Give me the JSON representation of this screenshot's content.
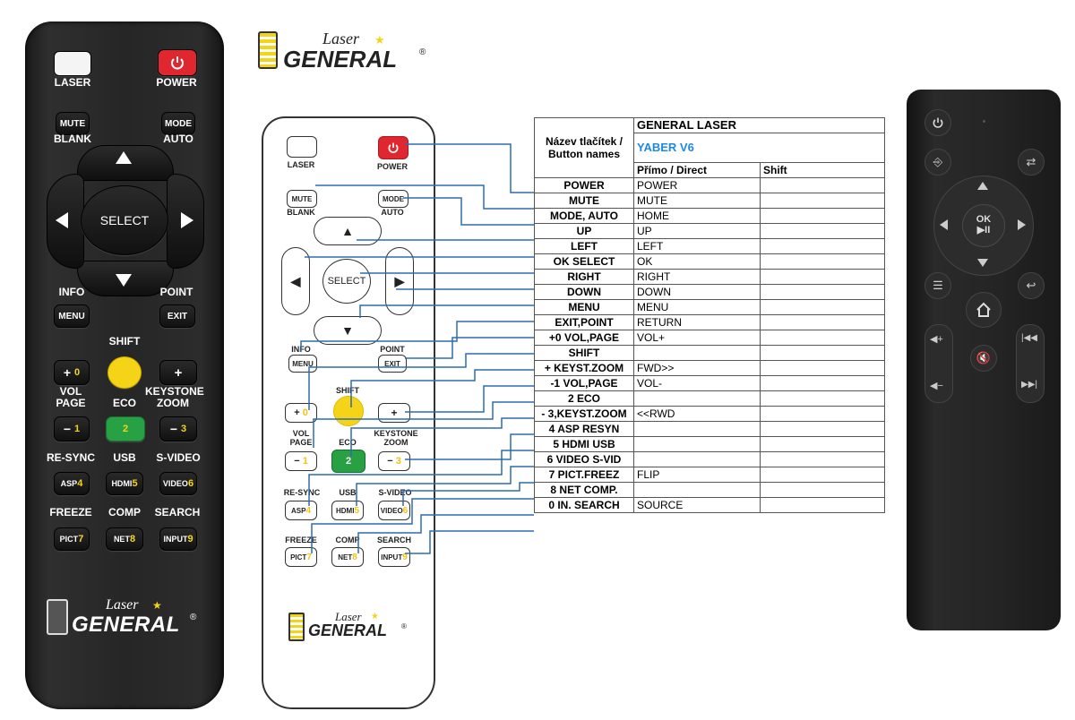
{
  "logo": {
    "laser": "Laser",
    "general": "GENERAL",
    "registered": "®",
    "star": "★"
  },
  "photo_remote": {
    "laser": "LASER",
    "power": "POWER",
    "mute": "MUTE",
    "mute_sub": "BLANK",
    "mode": "MODE",
    "mode_sub": "AUTO",
    "select": "SELECT",
    "info": "INFO",
    "point": "POINT",
    "menu": "MENU",
    "exit": "EXIT",
    "shift": "SHIFT",
    "plus0": "+",
    "plus0_num": "0",
    "plus": "+",
    "vol": "VOL",
    "page": "PAGE",
    "eco": "ECO",
    "keystone": "KEYSTONE",
    "zoom": "ZOOM",
    "minus1": "−",
    "minus1_num": "1",
    "eco_num": "2",
    "minus3": "−",
    "minus3_num": "3",
    "resync": "RE-SYNC",
    "usb": "USB",
    "svideo": "S-VIDEO",
    "asp": "ASP",
    "asp_num": "4",
    "hdmi": "HDMI",
    "hdmi_num": "5",
    "video": "VIDEO",
    "video_num": "6",
    "freeze": "FREEZE",
    "comp": "COMP",
    "search": "SEARCH",
    "pict": "PICT",
    "pict_num": "7",
    "net": "NET",
    "net_num": "8",
    "input": "INPUT",
    "input_num": "9"
  },
  "table": {
    "header_left": "Název tlačítek / Button names",
    "brand": "GENERAL LASER",
    "model": "YABER V6",
    "col_direct": "Přímo / Direct",
    "col_shift": "Shift",
    "rows": [
      {
        "name": "POWER",
        "direct": "POWER",
        "shift": ""
      },
      {
        "name": "MUTE",
        "direct": "MUTE",
        "shift": ""
      },
      {
        "name": "MODE, AUTO",
        "direct": "HOME",
        "shift": ""
      },
      {
        "name": "UP",
        "direct": "UP",
        "shift": ""
      },
      {
        "name": "LEFT",
        "direct": "LEFT",
        "shift": ""
      },
      {
        "name": "OK SELECT",
        "direct": "OK",
        "shift": ""
      },
      {
        "name": "RIGHT",
        "direct": "RIGHT",
        "shift": ""
      },
      {
        "name": "DOWN",
        "direct": "DOWN",
        "shift": ""
      },
      {
        "name": "MENU",
        "direct": "MENU",
        "shift": ""
      },
      {
        "name": "EXIT,POINT",
        "direct": "RETURN",
        "shift": ""
      },
      {
        "name": "+0 VOL,PAGE",
        "direct": "VOL+",
        "shift": ""
      },
      {
        "name": "SHIFT",
        "direct": "",
        "shift": ""
      },
      {
        "name": "+ KEYST.ZOOM",
        "direct": "FWD>>",
        "shift": ""
      },
      {
        "name": "-1 VOL,PAGE",
        "direct": "VOL-",
        "shift": ""
      },
      {
        "name": "2 ECO",
        "direct": "",
        "shift": ""
      },
      {
        "name": "- 3,KEYST.ZOOM",
        "direct": "<<RWD",
        "shift": ""
      },
      {
        "name": "4 ASP RESYN",
        "direct": "",
        "shift": ""
      },
      {
        "name": "5 HDMI USB",
        "direct": "",
        "shift": ""
      },
      {
        "name": "6 VIDEO S-VID",
        "direct": "",
        "shift": ""
      },
      {
        "name": "7 PICT.FREEZ",
        "direct": "FLIP",
        "shift": ""
      },
      {
        "name": "8 NET COMP.",
        "direct": "",
        "shift": ""
      },
      {
        "name": "0 IN. SEARCH",
        "direct": "SOURCE",
        "shift": ""
      }
    ]
  },
  "yaber_remote": {
    "ok": "OK",
    "play_pause": "▶II"
  },
  "colors": {
    "power_red": "#e0262e",
    "eco_green": "#27a144",
    "shift_yellow": "#f5d417",
    "link_blue": "#1e88e5",
    "connector_blue": "#2b6cb0"
  }
}
